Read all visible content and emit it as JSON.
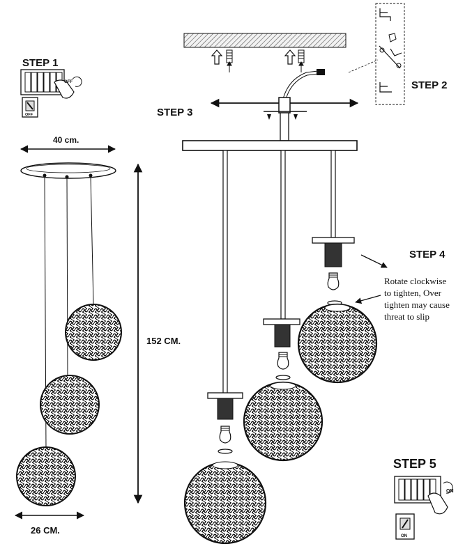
{
  "steps": {
    "step1": "STEP 1",
    "step2": "STEP 2",
    "step3": "STEP 3",
    "step4": "STEP 4",
    "step5": "STEP 5"
  },
  "switch": {
    "off_label": "OFF",
    "on_label": "ON"
  },
  "dimensions": {
    "canopy_width": "40 cm.",
    "total_drop": "152 CM.",
    "globe_width": "26 CM."
  },
  "step4_note": {
    "line1": "Rotate clockwise",
    "line2": "to tighten, Over",
    "line3": "tighten may cause",
    "line4": "threat to slip"
  },
  "colors": {
    "ink": "#111111",
    "ceiling_hatch": "#555555",
    "paper": "#ffffff"
  }
}
